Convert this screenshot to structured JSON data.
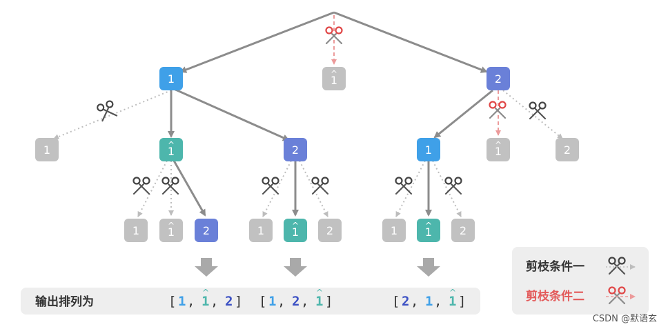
{
  "colors": {
    "one": "#3fa0e8",
    "one_hat": "#4db6ac",
    "two": "#6a80d8",
    "pruned": "#c1c1c1",
    "edge": "#8c8c8c",
    "edge_dotted": "#b8b8b8",
    "prune2": "#ec9a9a"
  },
  "nodes": {
    "l1_1": "1",
    "l1_1hat": "1",
    "l1_2": "2",
    "l2_a": "1",
    "l2_b": "1",
    "l2_c": "2",
    "l2_d": "1",
    "l2_e": "1",
    "l2_f": "2",
    "l3_a": "1",
    "l3_b": "1",
    "l3_c": "2",
    "l3_d": "1",
    "l3_e": "1",
    "l3_f": "2",
    "l3_g": "1",
    "l3_h": "1",
    "l3_i": "2"
  },
  "hat_glyph": "^",
  "output_bar": {
    "label": "输出排列为",
    "open": "[",
    "close": "]",
    "comma": ",",
    "perms": [
      [
        "1",
        "1",
        "2"
      ],
      [
        "1",
        "2",
        "1"
      ],
      [
        "2",
        "1",
        "1"
      ]
    ]
  },
  "legend": {
    "rule1": "剪枝条件一",
    "rule2": "剪枝条件二",
    "rule1_color": "#333333",
    "rule2_color": "#e35a5a"
  },
  "watermark": "CSDN @默语玄"
}
